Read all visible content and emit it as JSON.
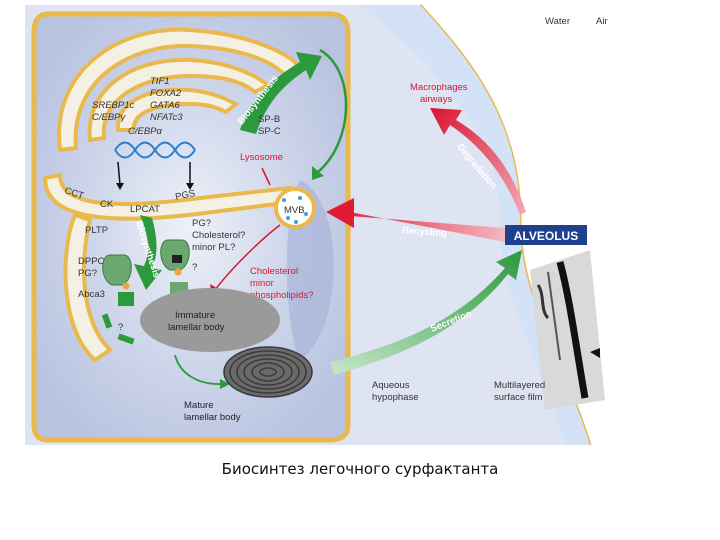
{
  "figure": {
    "zones": {
      "water": "Water",
      "air": "Air"
    },
    "alveolus": "ALVEOLUS",
    "processes": {
      "biosynthesis_top": "Biosynthesis",
      "biosynthesis_mid": "Biosynthesis",
      "degradation": "Degradation",
      "recycling": "Recycling",
      "secretion": "Secretion"
    },
    "labels": {
      "tf_left_1": "SREBP1c",
      "tf_left_2": "C/EBPγ",
      "tf_right_1": "TIF1",
      "tf_right_2": "FOXA2",
      "tf_right_3": "GATA6",
      "tf_right_4": "NFATc3",
      "cebpa": "C/EBPα",
      "sp_b": "SP-B",
      "sp_c": "SP-C",
      "lysosome": "Lysosome",
      "macrophages_1": "Macrophages",
      "macrophages_2": "airways",
      "mvb": "MVB",
      "cct": "CCT",
      "ck": "CK",
      "lpcat": "LPCAT",
      "pgs": "PGS",
      "pg_q1": "PG?",
      "cholesterol_q": "Cholesterol?",
      "minor_pl_q": "minor PL?",
      "pltp": "PLTP",
      "dppc": "DPPC",
      "pg_q2": "PG?",
      "abca3": "Abca3",
      "q_left": "?",
      "q_mid": "?",
      "cholesterol_red_1": "Cholesterol",
      "cholesterol_red_2": "minor",
      "cholesterol_red_3": "phospholipids?",
      "immature_1": "Immature",
      "immature_2": "lamellar body",
      "mature_1": "Mature",
      "mature_2": "lamellar body",
      "aqueous_1": "Aqueous",
      "aqueous_2": "hypophase",
      "film_1": "Multilayered",
      "film_2": "surface film"
    },
    "colors": {
      "cell_fill": "#c7d0e8",
      "membrane": "#e9b94e",
      "green": "#2c9a3c",
      "red": "#d9152e",
      "lumen": "#f5f0e4",
      "lamellar_immature": "#9a9a9a",
      "lamellar_mature": "#4a4a4a"
    }
  },
  "caption": "Биосинтез легочного сурфактанта"
}
